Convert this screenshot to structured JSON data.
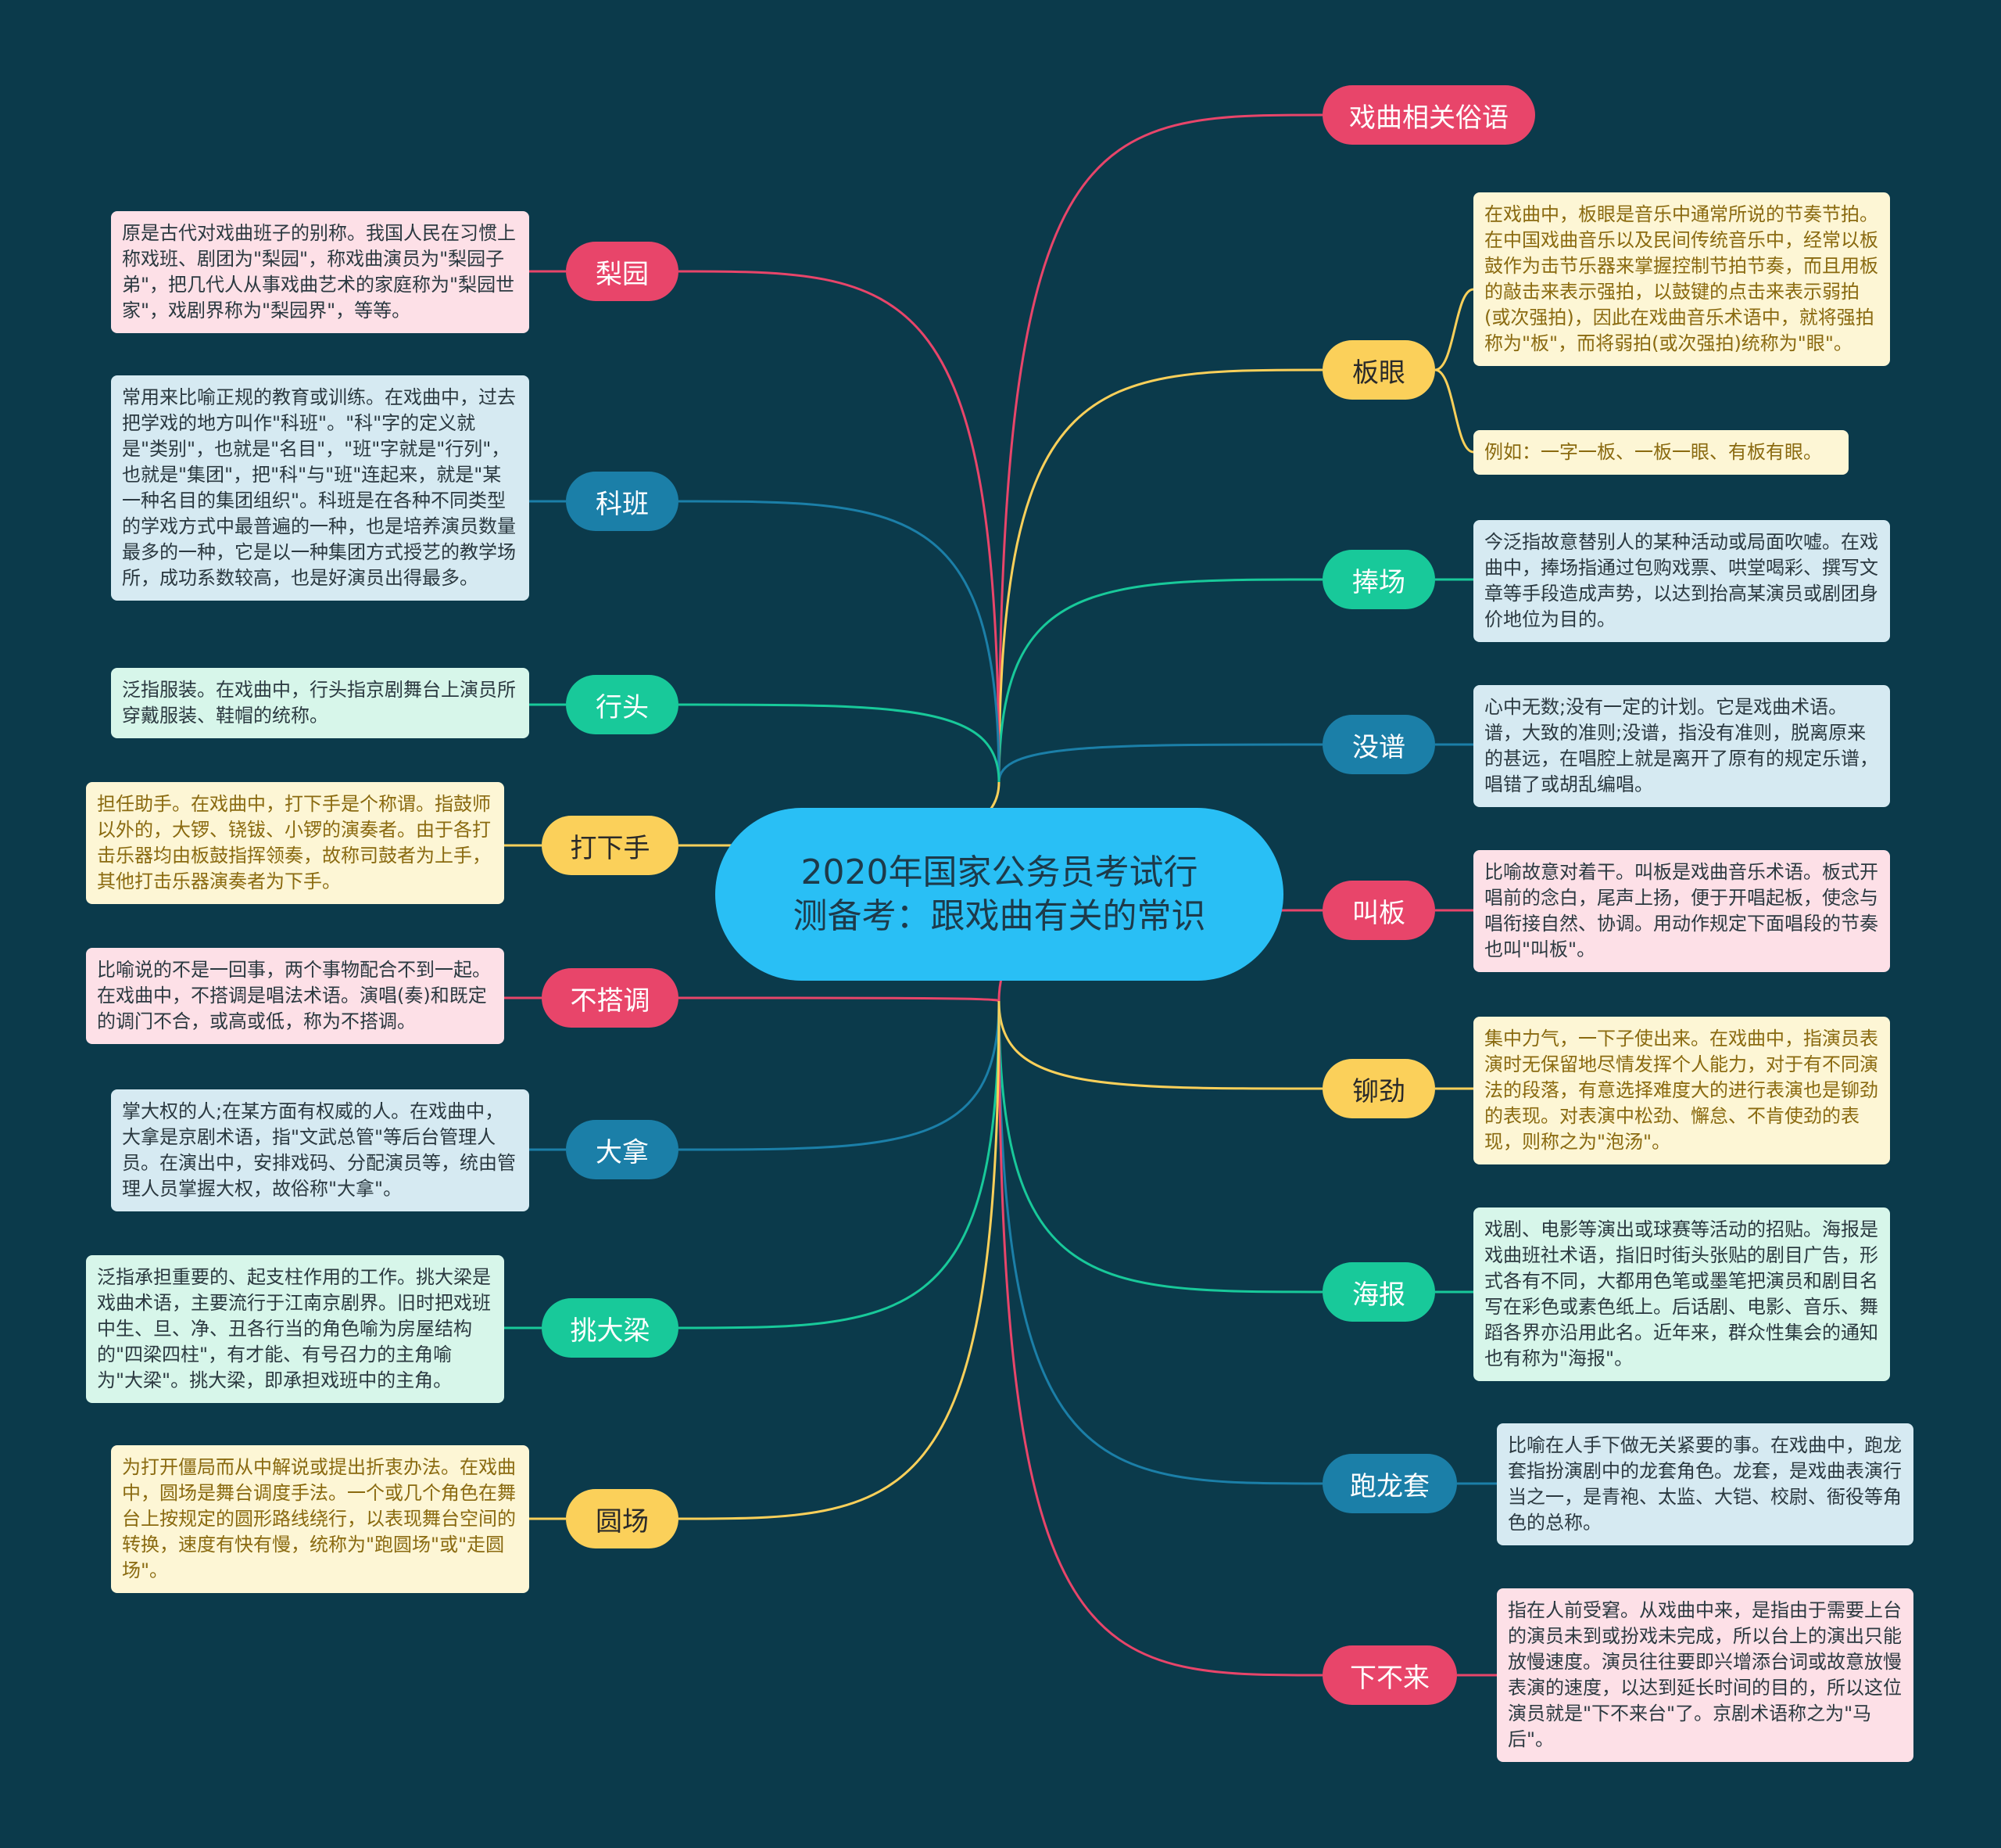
{
  "center": "2020年国家公务员考试行测备考：跟戏曲有关的常识",
  "colors": {
    "pink": "#e8456a",
    "blue": "#1b7fa8",
    "green": "#18c99a",
    "yellow": "#fbd05a",
    "background": "#0b3a4b",
    "center": "#29bff5"
  },
  "right": [
    {
      "label": "戏曲相关俗语",
      "color": "pink",
      "notes": []
    },
    {
      "label": "板眼",
      "color": "yellow",
      "notes": [
        "在戏曲中，板眼是音乐中通常所说的节奏节拍。在中国戏曲音乐以及民间传统音乐中，经常以板鼓作为击节乐器来掌握控制节拍节奏，而且用板的敲击来表示强拍，以鼓键的点击来表示弱拍(或次强拍)，因此在戏曲音乐术语中，就将强拍称为\"板\"，而将弱拍(或次强拍)统称为\"眼\"。",
        "例如：一字一板、一板一眼、有板有眼。"
      ]
    },
    {
      "label": "捧场",
      "color": "green",
      "notes": [
        "今泛指故意替别人的某种活动或局面吹嘘。在戏曲中，捧场指通过包购戏票、哄堂喝彩、撰写文章等手段造成声势，以达到抬高某演员或剧团身价地位为目的。"
      ]
    },
    {
      "label": "没谱",
      "color": "blue",
      "notes": [
        "心中无数;没有一定的计划。它是戏曲术语。谱，大致的准则;没谱，指没有准则，脱离原来的甚远，在唱腔上就是离开了原有的规定乐谱，唱错了或胡乱编唱。"
      ]
    },
    {
      "label": "叫板",
      "color": "pink",
      "notes": [
        "比喻故意对着干。叫板是戏曲音乐术语。板式开唱前的念白，尾声上扬，便于开唱起板，使念与唱衔接自然、协调。用动作规定下面唱段的节奏也叫\"叫板\"。"
      ]
    },
    {
      "label": "铆劲",
      "color": "yellow",
      "notes": [
        "集中力气，一下子使出来。在戏曲中，指演员表演时无保留地尽情发挥个人能力，对于有不同演法的段落，有意选择难度大的进行表演也是铆劲的表现。对表演中松劲、懈怠、不肯使劲的表现，则称之为\"泡汤\"。"
      ]
    },
    {
      "label": "海报",
      "color": "green",
      "notes": [
        "戏剧、电影等演出或球赛等活动的招贴。海报是戏曲班社术语，指旧时街头张贴的剧目广告，形式各有不同，大都用色笔或墨笔把演员和剧目名写在彩色或素色纸上。后话剧、电影、音乐、舞蹈各界亦沿用此名。近年来，群众性集会的通知也有称为\"海报\"。"
      ]
    },
    {
      "label": "跑龙套",
      "color": "blue",
      "notes": [
        "比喻在人手下做无关紧要的事。在戏曲中，跑龙套指扮演剧中的龙套角色。龙套，是戏曲表演行当之一，是青袍、太监、大铠、校尉、衙役等角色的总称。"
      ]
    },
    {
      "label": "下不来",
      "color": "pink",
      "notes": [
        "指在人前受窘。从戏曲中来，是指由于需要上台的演员未到或扮戏未完成，所以台上的演出只能放慢速度。演员往往要即兴增添台词或故意放慢表演的速度，以达到延长时间的目的，所以这位演员就是\"下不来台\"了。京剧术语称之为\"马后\"。"
      ]
    }
  ],
  "left": [
    {
      "label": "梨园",
      "color": "pink",
      "notes": [
        "原是古代对戏曲班子的别称。我国人民在习惯上称戏班、剧团为\"梨园\"，称戏曲演员为\"梨园子弟\"，把几代人从事戏曲艺术的家庭称为\"梨园世家\"，戏剧界称为\"梨园界\"，等等。"
      ]
    },
    {
      "label": "科班",
      "color": "blue",
      "notes": [
        "常用来比喻正规的教育或训练。在戏曲中，过去把学戏的地方叫作\"科班\"。\"科\"字的定义就是\"类别\"，也就是\"名目\"，\"班\"字就是\"行列\"，也就是\"集团\"，把\"科\"与\"班\"连起来，就是\"某一种名目的集团组织\"。科班是在各种不同类型的学戏方式中最普遍的一种，也是培养演员数量最多的一种，它是以一种集团方式授艺的教学场所，成功系数较高，也是好演员出得最多。"
      ]
    },
    {
      "label": "行头",
      "color": "green",
      "notes": [
        "泛指服装。在戏曲中，行头指京剧舞台上演员所穿戴服装、鞋帽的统称。"
      ]
    },
    {
      "label": "打下手",
      "color": "yellow",
      "notes": [
        "担任助手。在戏曲中，打下手是个称谓。指鼓师以外的，大锣、铙钹、小锣的演奏者。由于各打击乐器均由板鼓指挥领奏，故称司鼓者为上手，其他打击乐器演奏者为下手。"
      ]
    },
    {
      "label": "不搭调",
      "color": "pink",
      "notes": [
        "比喻说的不是一回事，两个事物配合不到一起。在戏曲中，不搭调是唱法术语。演唱(奏)和既定的调门不合，或高或低，称为不搭调。"
      ]
    },
    {
      "label": "大拿",
      "color": "blue",
      "notes": [
        "掌大权的人;在某方面有权威的人。在戏曲中，大拿是京剧术语，指\"文武总管\"等后台管理人员。在演出中，安排戏码、分配演员等，统由管理人员掌握大权，故俗称\"大拿\"。"
      ]
    },
    {
      "label": "挑大梁",
      "color": "green",
      "notes": [
        "泛指承担重要的、起支柱作用的工作。挑大梁是戏曲术语，主要流行于江南京剧界。旧时把戏班中生、旦、净、丑各行当的角色喻为房屋结构的\"四梁四柱\"，有才能、有号召力的主角喻为\"大梁\"。挑大梁，即承担戏班中的主角。"
      ]
    },
    {
      "label": "圆场",
      "color": "yellow",
      "notes": [
        "为打开僵局而从中解说或提出折衷办法。在戏曲中，圆场是舞台调度手法。一个或几个角色在舞台上按规定的圆形路线绕行，以表现舞台空间的转换，速度有快有慢，统称为\"跑圆场\"或\"走圆场\"。"
      ]
    }
  ]
}
